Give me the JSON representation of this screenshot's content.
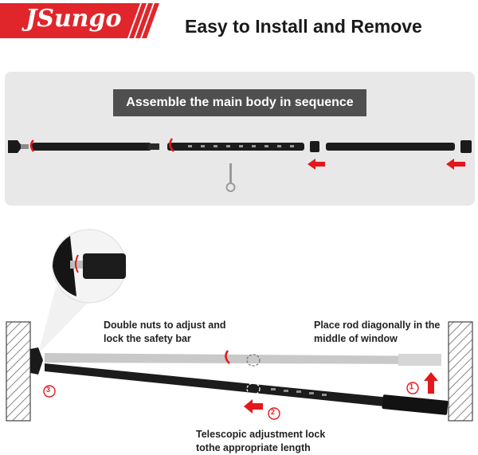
{
  "header": {
    "brand": "JSungo",
    "title": "Easy to Install and Remove"
  },
  "assembly": {
    "title": "Assemble the main body in sequence"
  },
  "callouts": {
    "nuts_line1": "Double nuts to adjust and",
    "nuts_line2": "lock the safety bar",
    "place_line1": "Place rod diagonally in the",
    "place_line2": "middle of window",
    "telescopic_line1": "Telescopic adjustment lock",
    "telescopic_line2": "tothe appropriate length"
  },
  "step_markers": {
    "step1": "①",
    "step2": "②",
    "step3": "③"
  },
  "colors": {
    "brand_red": "#e0262b",
    "arrow_red": "#e3181d",
    "rod_dark": "#1c1c1c",
    "rod_light": "#c9c9c9",
    "panel_bg": "#e8e8e8",
    "title_box": "#4f4f4f"
  }
}
